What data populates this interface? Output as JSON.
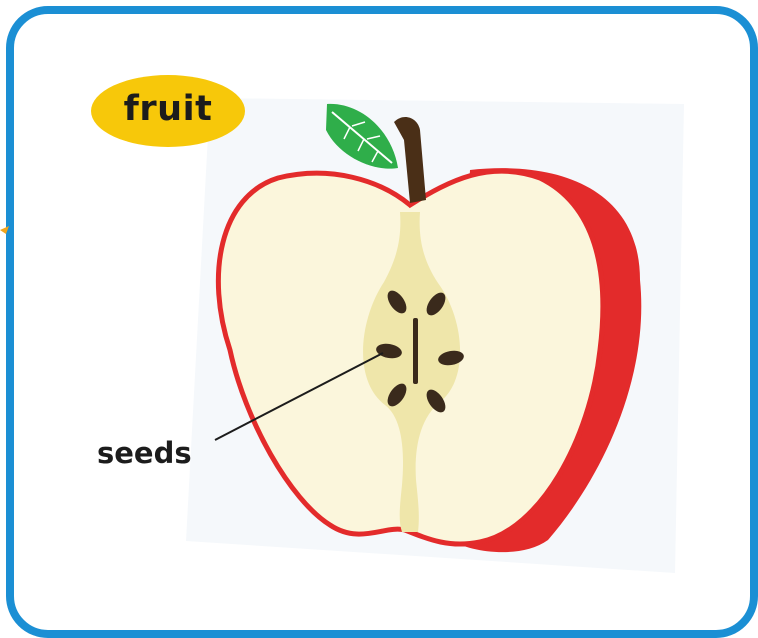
{
  "labels": {
    "title": "fruit",
    "seeds": "seeds"
  },
  "colors": {
    "frame_border": "#1b8fd4",
    "badge_fill": "#f7c80a",
    "apple_skin": "#e32b2b",
    "apple_flesh": "#fbf6dc",
    "apple_core": "#efe6aa",
    "seed": "#3a2a1c",
    "stem": "#4a2f17",
    "leaf": "#2fae4a"
  },
  "icons": [
    "apple-half-illustration",
    "leaf-icon",
    "stem-icon",
    "seed-icon"
  ]
}
